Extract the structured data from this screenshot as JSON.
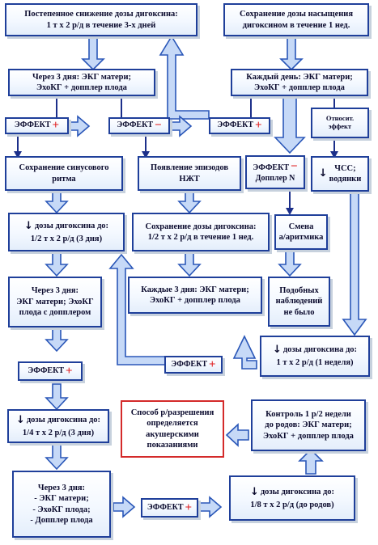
{
  "colors": {
    "arrow_fill": "#c6d9f7",
    "arrow_stroke": "#2a57b8",
    "line": "#1c2f8a",
    "effect_mark": "#e02020",
    "border": "#1f3f9a",
    "highlight_border": "#d42a2a"
  },
  "nodes": {
    "gradual_reduction": {
      "text": "Постепенное снижение дозы дигоксина:\n1 т х 2 р/д  в  течение 3-х дней"
    },
    "saturation_dose": {
      "text": "Сохранение дозы насыщения\nдигоксином в течение 1 нед."
    },
    "after3days_ecg": {
      "text": "Через 3 дня: ЭКГ матери;\nЭхоКГ + допплер плода"
    },
    "daily_ecg": {
      "text": "Каждый день: ЭКГ матери;\nЭхоКГ + допплер плода"
    },
    "effect_plus_1": {
      "label": "ЭФФЕКТ",
      "mark": "+"
    },
    "effect_minus_1": {
      "label": "ЭФФЕКТ",
      "mark": "−"
    },
    "effect_plus_2": {
      "label": "ЭФФЕКТ",
      "mark": "+"
    },
    "relative_effect": {
      "text": "Относит.\nэффект"
    },
    "sinus_rhythm": {
      "text": "Сохранение синусового\nритма"
    },
    "nzht_episodes": {
      "text": "Появление эпизодов\nНЖТ"
    },
    "effect_minus_doppler": {
      "label": "ЭФФЕКТ",
      "mark": "−",
      "sub": "Допплер N"
    },
    "hr_hydrops": {
      "glyph": "↓",
      "text": "ЧСС;\nводянки"
    },
    "dose_half_3days": {
      "glyph": "↓",
      "line1": "дозы дигоксина до:",
      "line2": "1/2 т х 2 р/д (3 дня)"
    },
    "keep_dose_1week": {
      "text": "Сохранение дозы дигоксина:\n1/2 т х 2 р/д в течение 1 нед."
    },
    "arrhythmia_change": {
      "text": "Смена\nа/аритмика"
    },
    "after3days_doppler": {
      "text": "Через 3 дня:\nЭКГ матери; ЭхоКГ\nплода с допплером"
    },
    "every3days_ecg": {
      "text": "Каждые 3 дня: ЭКГ матери;\nЭхоКГ + допплер плода"
    },
    "no_such_cases": {
      "text": "Подобных\nнаблюдений\nне было"
    },
    "effect_plus_3": {
      "label": "ЭФФЕКТ",
      "mark": "+"
    },
    "dose_1tab_1week": {
      "glyph": "↓",
      "line1": "дозы  дигоксина до:",
      "line2": "1 т х 2 р/д (1 неделя)"
    },
    "effect_plus_4": {
      "label": "ЭФФЕКТ",
      "mark": "+"
    },
    "dose_quarter_3days": {
      "glyph": "↓",
      "line1": "дозы дигоксина до:",
      "line2": "1/4 т х 2 р/д (3 дня)"
    },
    "delivery_method": {
      "text": "Способ р/разрешения\nопределяется\nакушерскими\nпоказаниями"
    },
    "control_before_birth": {
      "text": "Контроль 1 р/2 недели\nдо родов: ЭКГ матери;\nЭхоКГ + допплер плода"
    },
    "after3days_list": {
      "text": "Через 3 дня:\n- ЭКГ матери;\n- ЭхоКГ плода;\n- Допплер плода"
    },
    "effect_plus_5": {
      "label": "ЭФФЕКТ",
      "mark": "+"
    },
    "dose_eighth_until_birth": {
      "glyph": "↓",
      "line1": "дозы дигоксина до:",
      "line2": "1/8 т х 2 р/д (до родов)"
    }
  }
}
